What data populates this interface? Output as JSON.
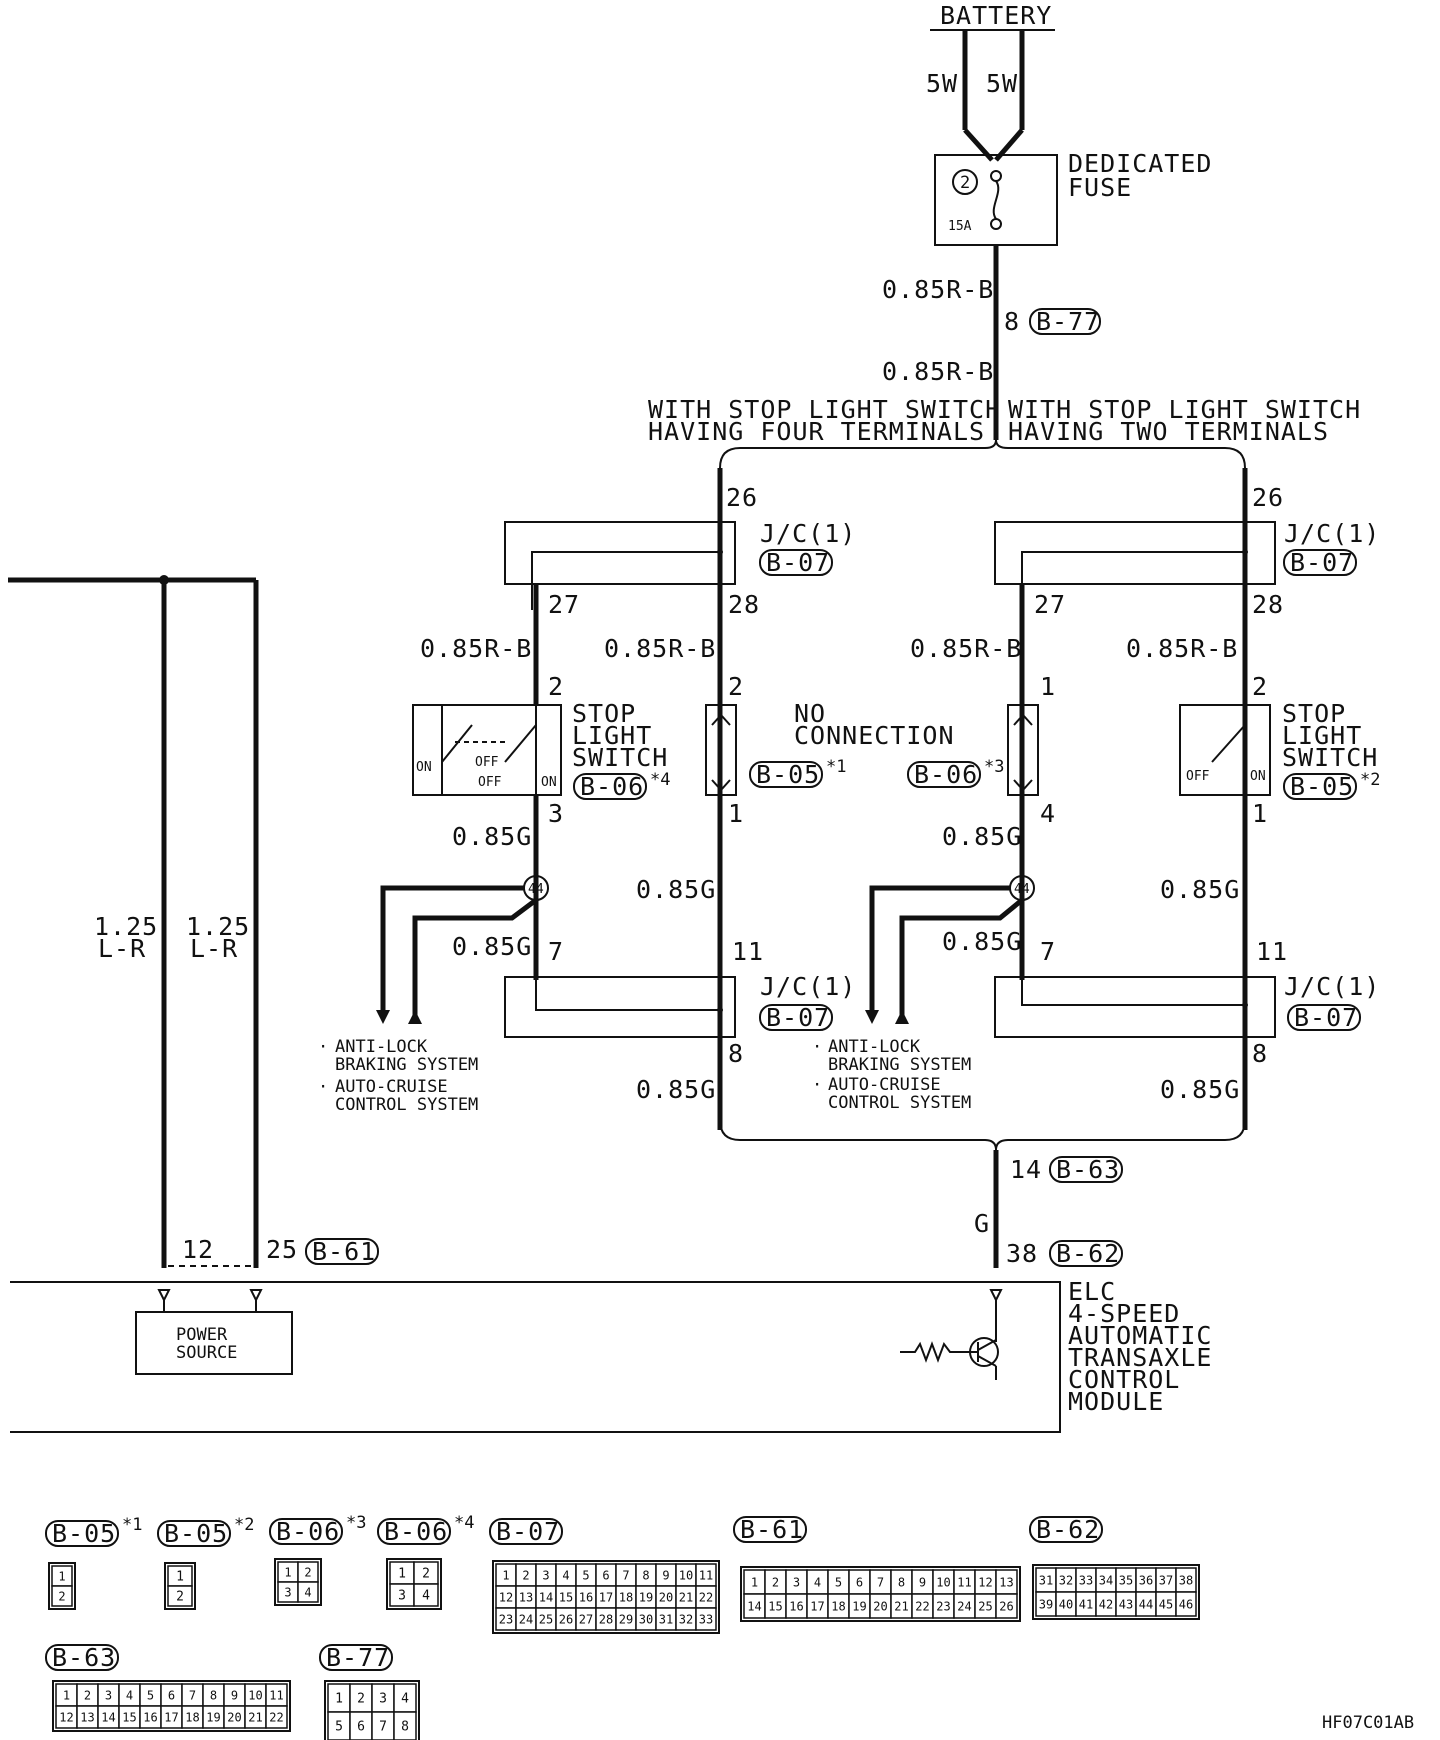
{
  "battery": "BATTERY",
  "wires_top": [
    "5W",
    "5W"
  ],
  "fuse": {
    "title1": "DEDICATED",
    "title2": "FUSE",
    "number": "2",
    "amp": "15A"
  },
  "wire_085RB": "0.85R-B",
  "wire_085G": "0.85G",
  "wire_G": "G",
  "wire_125LR": [
    "1.25",
    "L-R"
  ],
  "connectors": {
    "b77": "B-77",
    "b07": "B-07",
    "b05": "B-05",
    "b06": "B-06",
    "b63": "B-63",
    "b62": "B-62",
    "b61": "B-61"
  },
  "pins": {
    "p8": "8",
    "p26": "26",
    "p27": "27",
    "p28": "28",
    "p2": "2",
    "p1": "1",
    "p3": "3",
    "p4": "4",
    "p7": "7",
    "p11": "11",
    "p14": "14",
    "p38": "38",
    "p12": "12",
    "p25": "25"
  },
  "splice": "44",
  "notes": {
    "n1": "*1",
    "n2": "*2",
    "n3": "*3",
    "n4": "*4"
  },
  "variant_left": [
    "WITH STOP LIGHT SWITCH",
    "HAVING FOUR TERMINALS"
  ],
  "variant_right": [
    "WITH STOP LIGHT SWITCH",
    "HAVING TWO TERMINALS"
  ],
  "jc": "J/C(1)",
  "stop_switch": [
    "STOP",
    "LIGHT",
    "SWITCH"
  ],
  "switch_states": {
    "on": "ON",
    "off": "OFF"
  },
  "no_connection": [
    "NO",
    "CONNECTION"
  ],
  "systems": [
    "ANTI-LOCK",
    "BRAKING SYSTEM",
    "AUTO-CRUISE",
    "CONTROL SYSTEM"
  ],
  "power_source": [
    "POWER",
    "SOURCE"
  ],
  "module": [
    "ELC",
    "4-SPEED",
    "AUTOMATIC",
    "TRANSAXLE",
    "CONTROL",
    "MODULE"
  ],
  "figure_code": "HF07C01AB",
  "connector_pins": {
    "b05a": [
      "1",
      "2"
    ],
    "b05b": [
      "1",
      "2"
    ],
    "b06a": [
      "1",
      "2",
      "3",
      "4"
    ],
    "b06b": [
      "1",
      "2",
      "3",
      "4"
    ],
    "b07": [
      "1",
      "2",
      "3",
      "4",
      "5",
      "6",
      "7",
      "8",
      "9",
      "10",
      "11",
      "12",
      "13",
      "14",
      "15",
      "16",
      "17",
      "18",
      "19",
      "20",
      "21",
      "22",
      "23",
      "24",
      "25",
      "26",
      "27",
      "28",
      "29",
      "30",
      "31",
      "32",
      "33"
    ],
    "b61": [
      "1",
      "2",
      "3",
      "4",
      "5",
      "6",
      "7",
      "8",
      "9",
      "10",
      "11",
      "12",
      "13",
      "14",
      "15",
      "16",
      "17",
      "18",
      "19",
      "20",
      "21",
      "22",
      "23",
      "24",
      "25",
      "26"
    ],
    "b62": [
      "31",
      "32",
      "33",
      "34",
      "35",
      "36",
      "37",
      "38",
      "39",
      "40",
      "41",
      "42",
      "43",
      "44",
      "45",
      "46"
    ],
    "b63": [
      "1",
      "2",
      "3",
      "4",
      "5",
      "6",
      "7",
      "8",
      "9",
      "10",
      "11",
      "12",
      "13",
      "14",
      "15",
      "16",
      "17",
      "18",
      "19",
      "20",
      "21",
      "22"
    ],
    "b77": [
      "1",
      "2",
      "3",
      "4",
      "5",
      "6",
      "7",
      "8"
    ]
  }
}
